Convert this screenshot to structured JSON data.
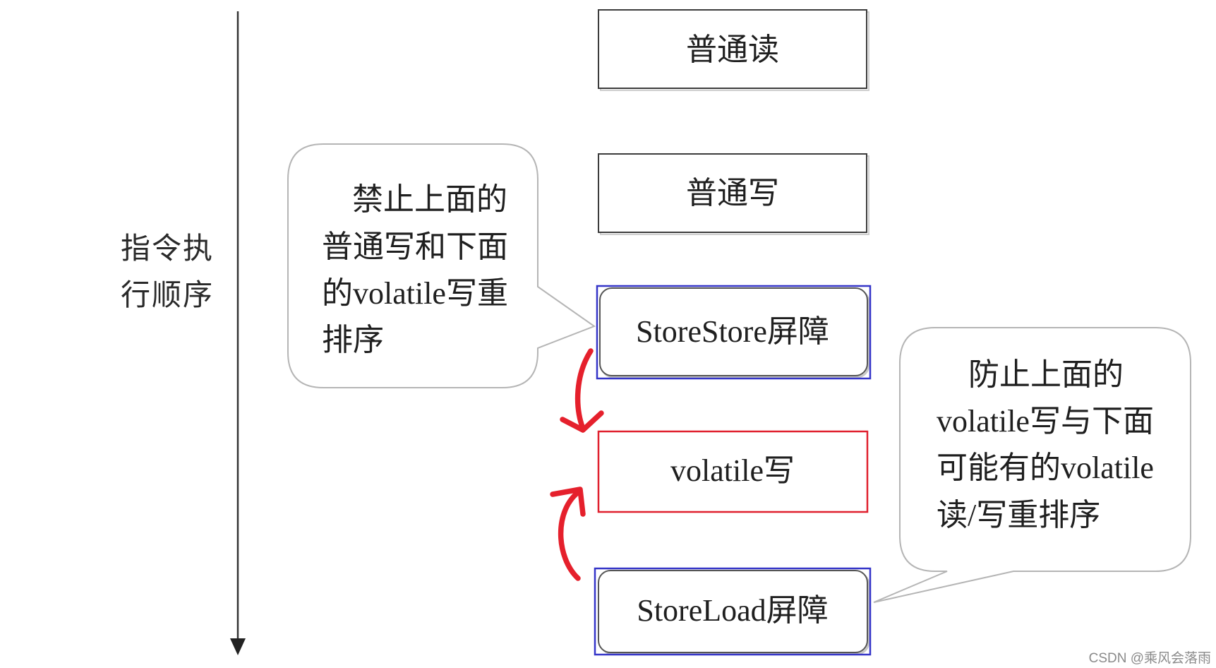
{
  "axis": {
    "label_lines": [
      "指令执",
      "行顺序"
    ]
  },
  "steps": [
    {
      "label": "普通读"
    },
    {
      "label": "普通写"
    },
    {
      "label": "StoreStore屏障"
    },
    {
      "label": "volatile写"
    },
    {
      "label": "StoreLoad屏障"
    }
  ],
  "callouts": [
    {
      "lines": [
        "禁止上面的",
        "普通写和下面",
        "的volatile写重",
        "排序"
      ]
    },
    {
      "lines": [
        "防止上面的",
        "volatile写与下面",
        "可能有的volatile",
        "读/写重排序"
      ]
    }
  ],
  "colors": {
    "highlight_blue": "#3535c8",
    "highlight_red": "#e0202e",
    "arrow_red": "#e5202c",
    "box_border": "#3c3c3c",
    "callout_border": "#b5b5b5"
  },
  "watermark": "CSDN @乘风会落雨"
}
